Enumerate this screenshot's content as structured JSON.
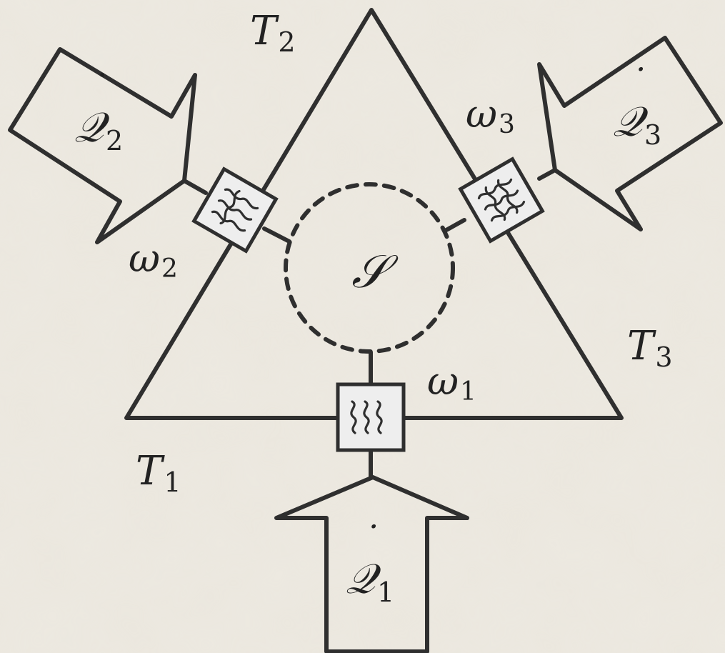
{
  "colors": {
    "background": "#ebe7de",
    "stroke": "#2f2f2f",
    "filter_fill": "#eeeeee"
  },
  "diagram": {
    "temperatures": [
      {
        "symbol": "T",
        "index": "1"
      },
      {
        "symbol": "T",
        "index": "2"
      },
      {
        "symbol": "T",
        "index": "3"
      }
    ],
    "frequencies": [
      {
        "symbol": "ω",
        "index": "1"
      },
      {
        "symbol": "ω",
        "index": "2"
      },
      {
        "symbol": "ω",
        "index": "3"
      }
    ],
    "heat_flows": [
      {
        "dot": "˙",
        "symbol": "𝒬",
        "index": "1"
      },
      {
        "dot": "˙",
        "symbol": "𝒬",
        "index": "2"
      },
      {
        "dot": "˙",
        "symbol": "𝒬",
        "index": "3"
      }
    ],
    "system_label": "𝒮"
  }
}
